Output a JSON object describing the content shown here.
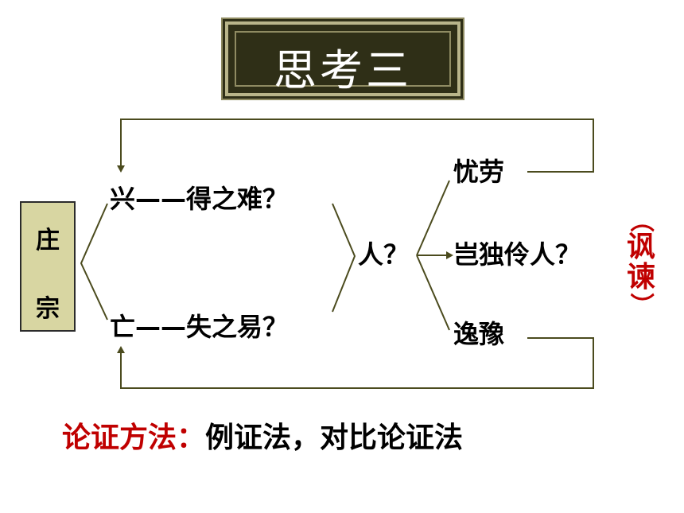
{
  "title": "思考三",
  "left_box": {
    "top": "庄",
    "bottom": "宗"
  },
  "branches": {
    "xing": "兴",
    "xing_reason": "——得之难？",
    "wang": "亡",
    "wang_reason": "——失之易？",
    "ren": "人？"
  },
  "right_items": {
    "youlao": "忧劳",
    "qidu": "岂独伶人？",
    "yiyu": "逸豫"
  },
  "vertical_note": {
    "open": "（",
    "chars": [
      "讽",
      "谏"
    ],
    "close": "）"
  },
  "method": {
    "label": "论证方法：",
    "value": "例证法，对比论证法"
  },
  "colors": {
    "line": "#4b4b1e",
    "accent_red": "#c00000",
    "title_bg": "#2f2f17",
    "box_bg": "#d8d6a2"
  }
}
